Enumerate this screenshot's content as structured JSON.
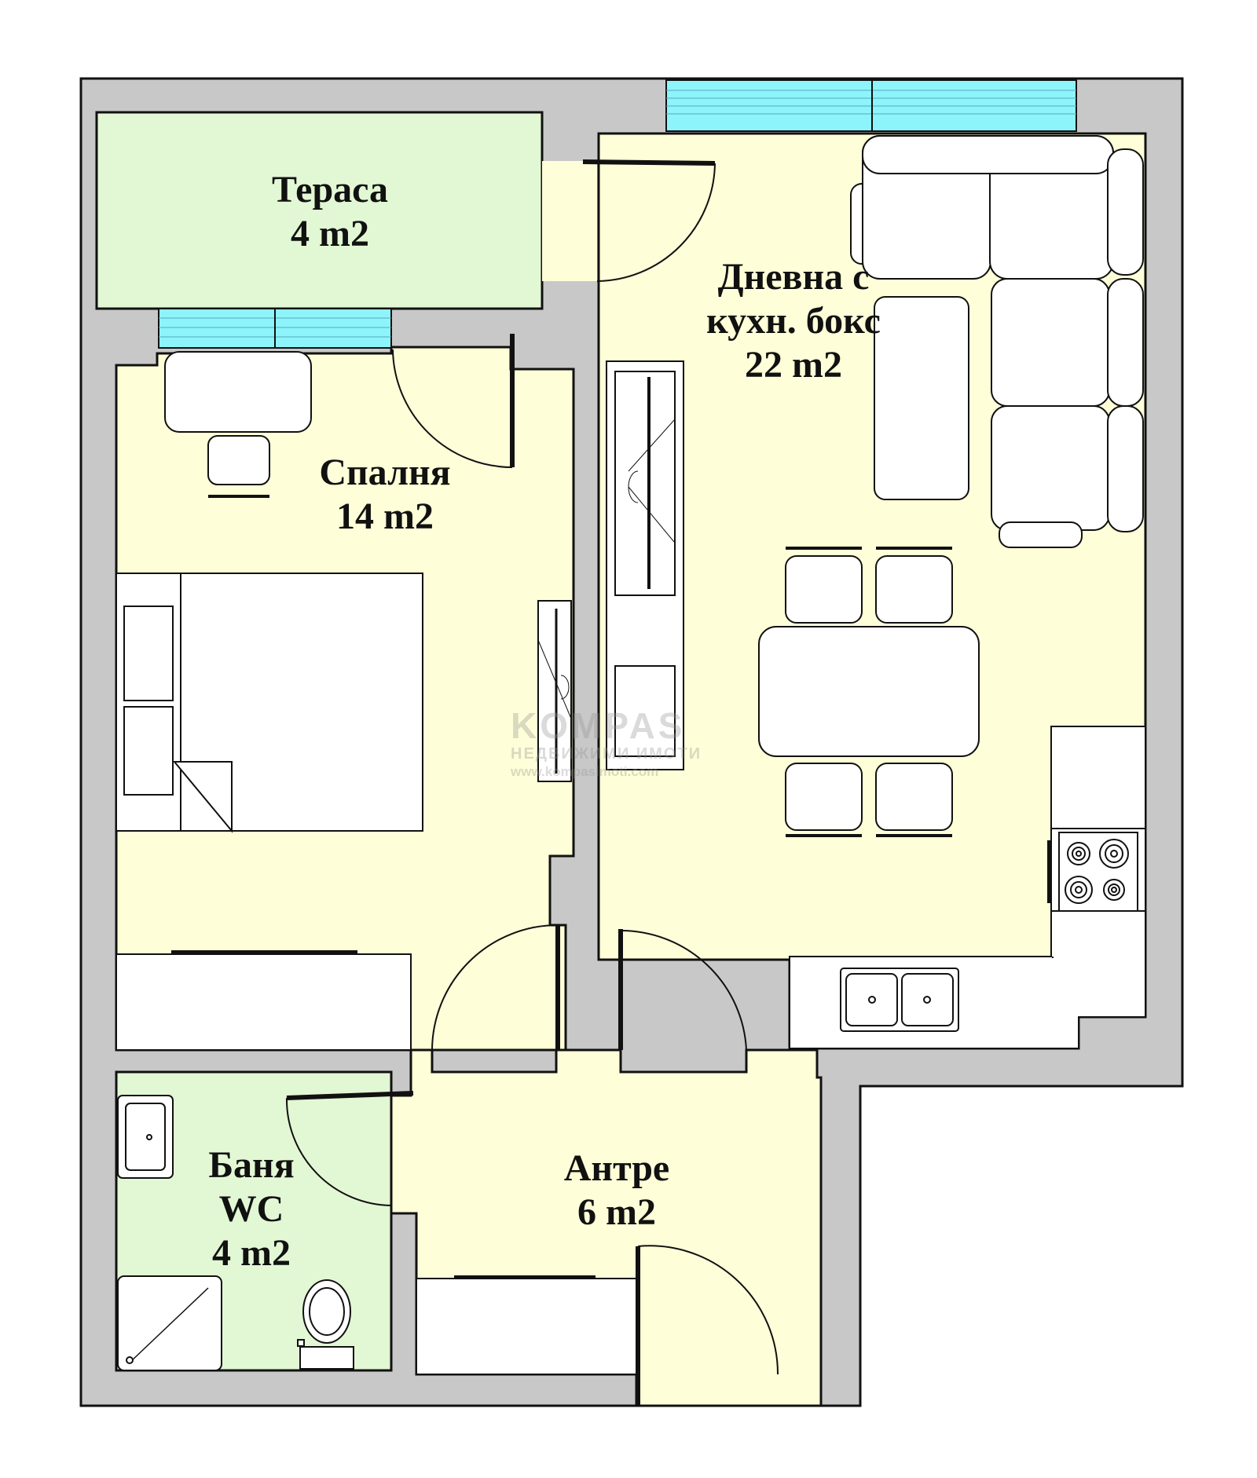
{
  "colors": {
    "wall": "#c8c8c8",
    "floor": "#fefed8",
    "terrace": "#e2f7d4",
    "bathroom": "#e2f7d4",
    "window": "#8ef4fb",
    "outline": "#111111",
    "furniture_fill": "#ffffff"
  },
  "rooms": {
    "terrace": {
      "name": "Тераса",
      "area": "4 m2"
    },
    "living": {
      "name_line1": "Дневна с",
      "name_line2": "кухн. бокс",
      "area": "22 m2"
    },
    "bedroom": {
      "name": "Спалня",
      "area": "14 m2"
    },
    "bathroom": {
      "name_line1": "Баня",
      "name_line2": "WC",
      "area": "4 m2"
    },
    "hall": {
      "name": "Антре",
      "area": "6 m2"
    }
  },
  "watermark": {
    "brand": "KOMPAS",
    "tagline": "НЕДВИЖИМИ ИМОТИ",
    "url": "www.kompasimoti.com"
  }
}
